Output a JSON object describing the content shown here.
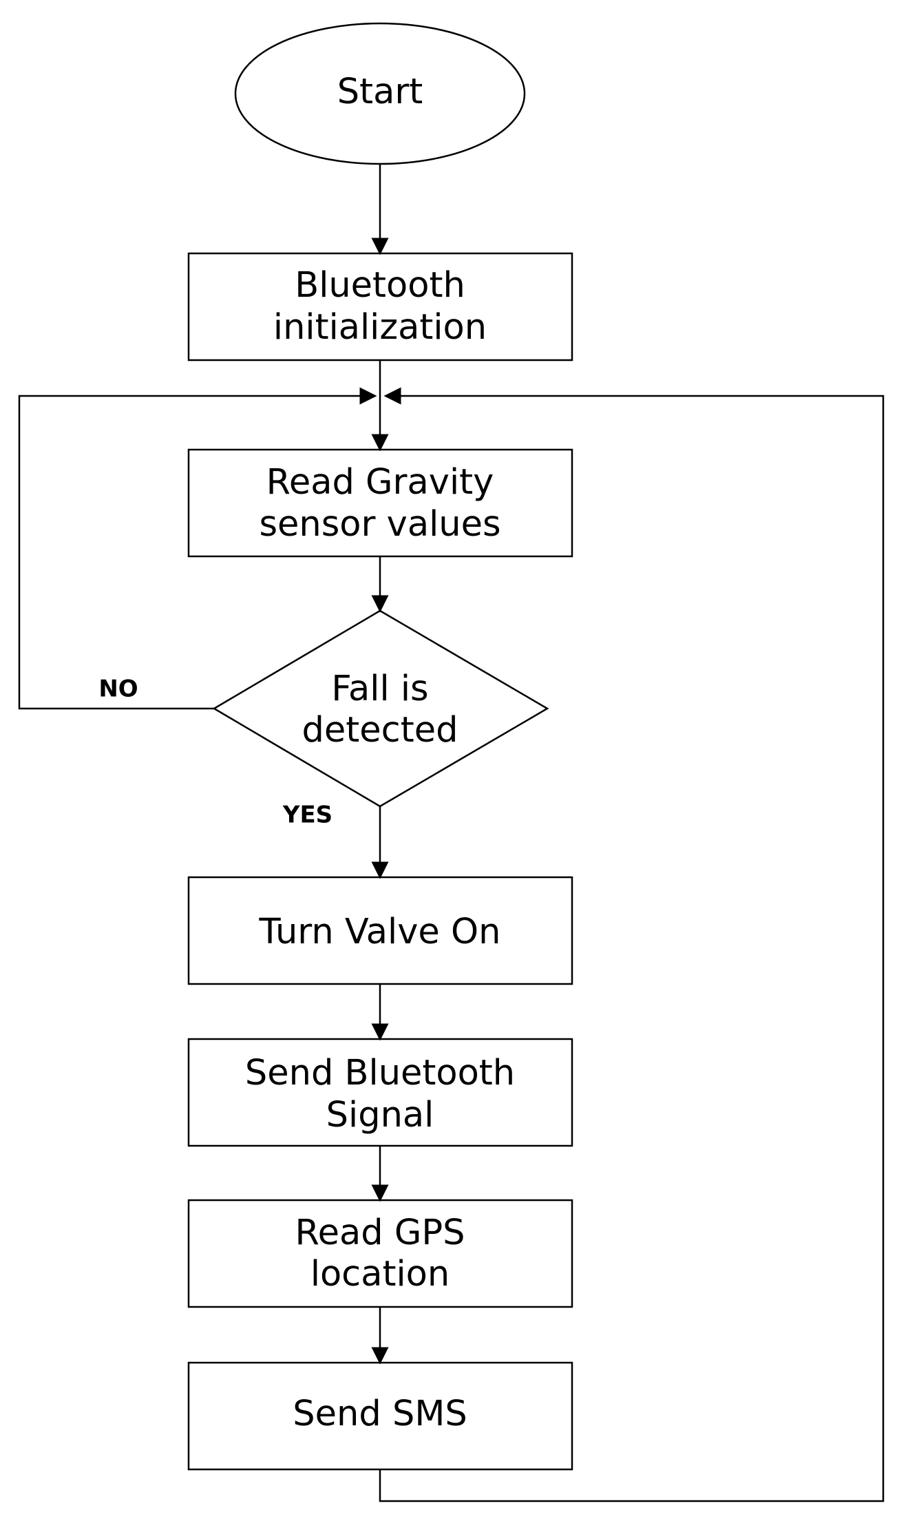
{
  "nodes": {
    "start": "Start",
    "bluetooth_init": [
      "Bluetooth",
      "initialization"
    ],
    "read_gravity": [
      "Read Gravity",
      "sensor values"
    ],
    "fall_decision": [
      "Fall is",
      "detected"
    ],
    "turn_valve": "Turn Valve On",
    "send_bluetooth": [
      "Send Bluetooth",
      "Signal"
    ],
    "read_gps": [
      "Read GPS",
      "location"
    ],
    "send_sms": "Send SMS"
  },
  "branches": {
    "no": "NO",
    "yes": "YES"
  }
}
